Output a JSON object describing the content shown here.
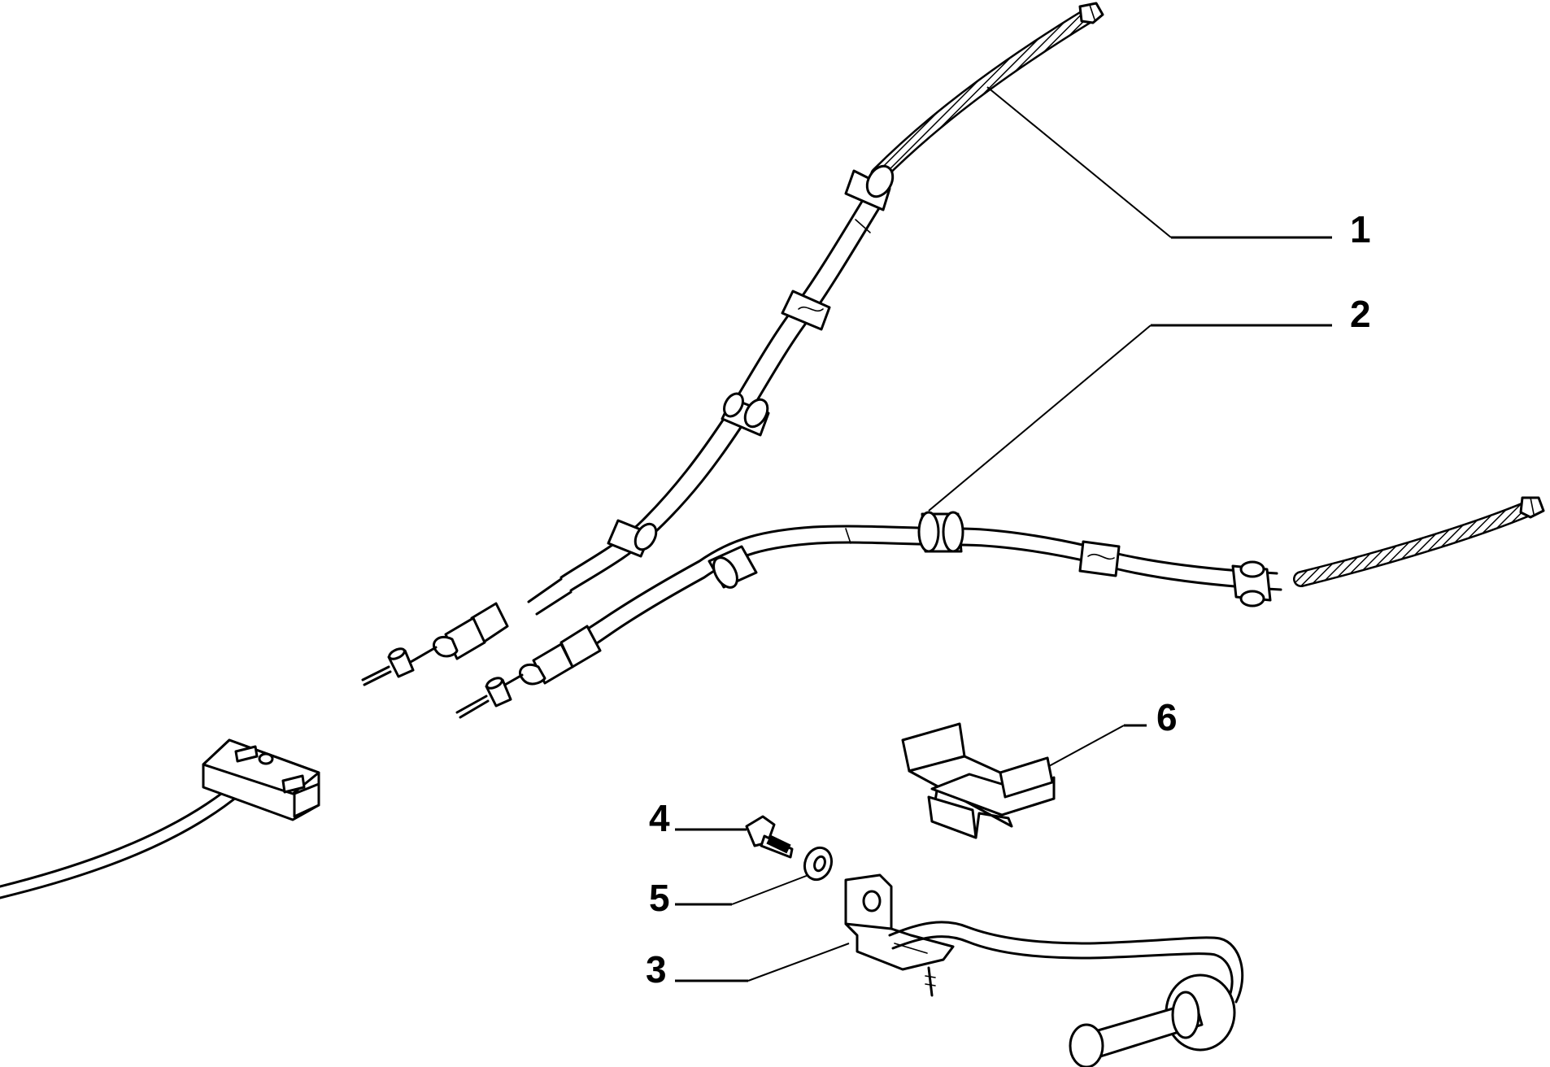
{
  "diagram": {
    "type": "exploded-parts-diagram",
    "colors": {
      "ink": "#000000",
      "background": "#ffffff"
    },
    "callouts": [
      {
        "id": "1",
        "label": "1"
      },
      {
        "id": "2",
        "label": "2"
      },
      {
        "id": "3",
        "label": "3"
      },
      {
        "id": "4",
        "label": "4"
      },
      {
        "id": "5",
        "label": "5"
      },
      {
        "id": "6",
        "label": "6"
      }
    ]
  }
}
